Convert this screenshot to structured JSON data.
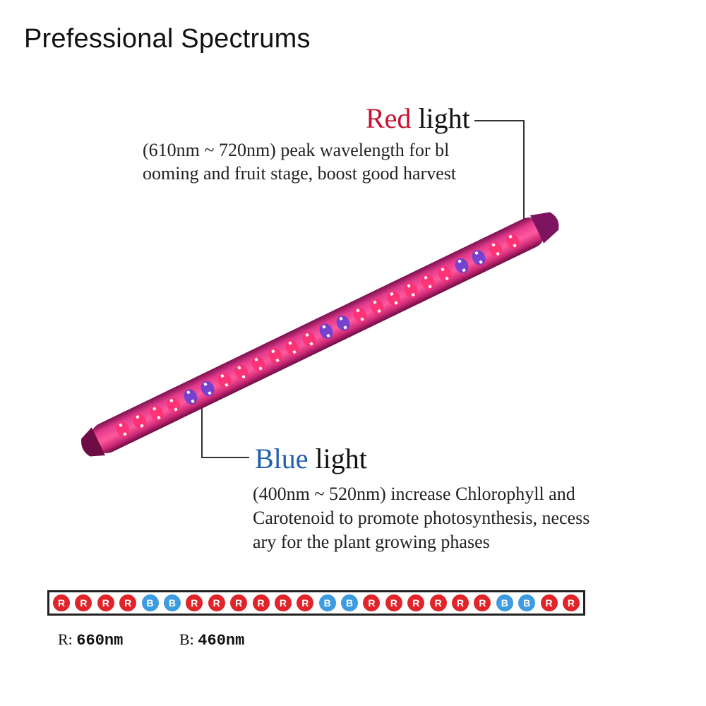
{
  "title": "Prefessional Spectrums",
  "red": {
    "word": "Red",
    "suffix": " light",
    "description_line1": "(610nm ~ 720nm) peak wavelength for bl",
    "description_line2": "ooming and fruit stage, boost good harvest",
    "color": "#c8102e"
  },
  "blue": {
    "word": "Blue",
    "suffix": " light",
    "description_line1": "(400nm ~ 520nm) increase Chlorophyll and",
    "description_line2": "Carotenoid to promote photosynthesis, necess",
    "description_line3": "ary for the plant growing phases",
    "color": "#1f5fae"
  },
  "led_strip": [
    "R",
    "R",
    "R",
    "R",
    "B",
    "B",
    "R",
    "R",
    "R",
    "R",
    "R",
    "R",
    "B",
    "B",
    "R",
    "R",
    "R",
    "R",
    "R",
    "R",
    "B",
    "B",
    "R",
    "R"
  ],
  "legend": {
    "r_label": "R:",
    "r_value": "660nm",
    "b_label": "B:",
    "b_value": "460nm"
  }
}
